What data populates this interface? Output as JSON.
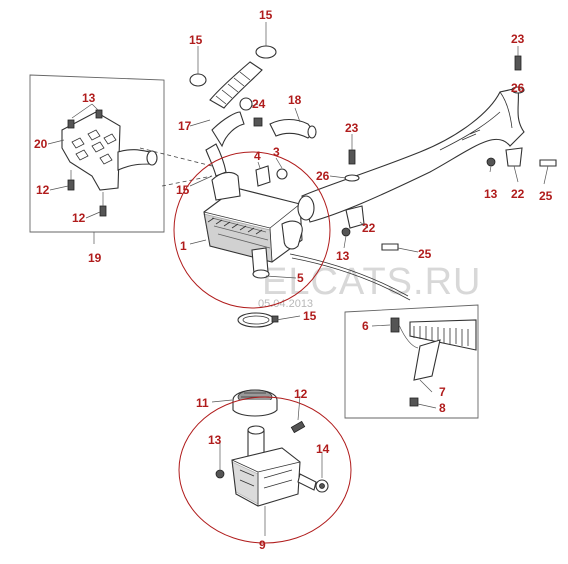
{
  "watermark": {
    "site": "ELCATS.RU",
    "date": "05.04.2013"
  },
  "colors": {
    "callout": "#b01c1c",
    "highlight": "#b01c1c"
  },
  "callouts": {
    "c15a": "15",
    "c15b": "15",
    "c15c": "15",
    "c15d": "15",
    "c24": "24",
    "c17": "17",
    "c18": "18",
    "c4": "4",
    "c3": "3",
    "c1": "1",
    "c5": "5",
    "c13a": "13",
    "c13b": "13",
    "c13c": "13",
    "c13d": "13",
    "c20": "20",
    "c12a": "12",
    "c12b": "12",
    "c12c": "12",
    "c19": "19",
    "c23a": "23",
    "c23b": "23",
    "c26a": "26",
    "c26b": "26",
    "c22a": "22",
    "c22b": "22",
    "c25a": "25",
    "c25b": "25",
    "c6": "6",
    "c7": "7",
    "c8": "8",
    "c11": "11",
    "c14": "14",
    "c9": "9"
  }
}
